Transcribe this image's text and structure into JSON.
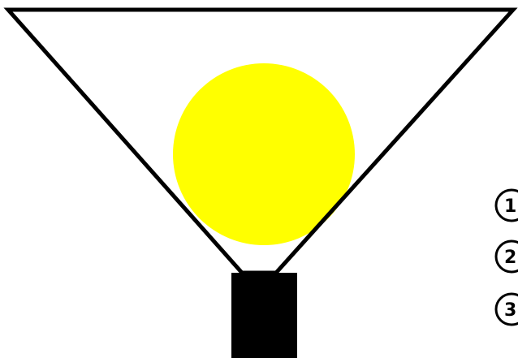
{
  "colors": {
    "background": "#ffffff",
    "outline": "#000000",
    "circle": "#ffff00",
    "base": "#000000"
  },
  "markers": [
    {
      "label": "1"
    },
    {
      "label": "2"
    },
    {
      "label": "3"
    }
  ]
}
